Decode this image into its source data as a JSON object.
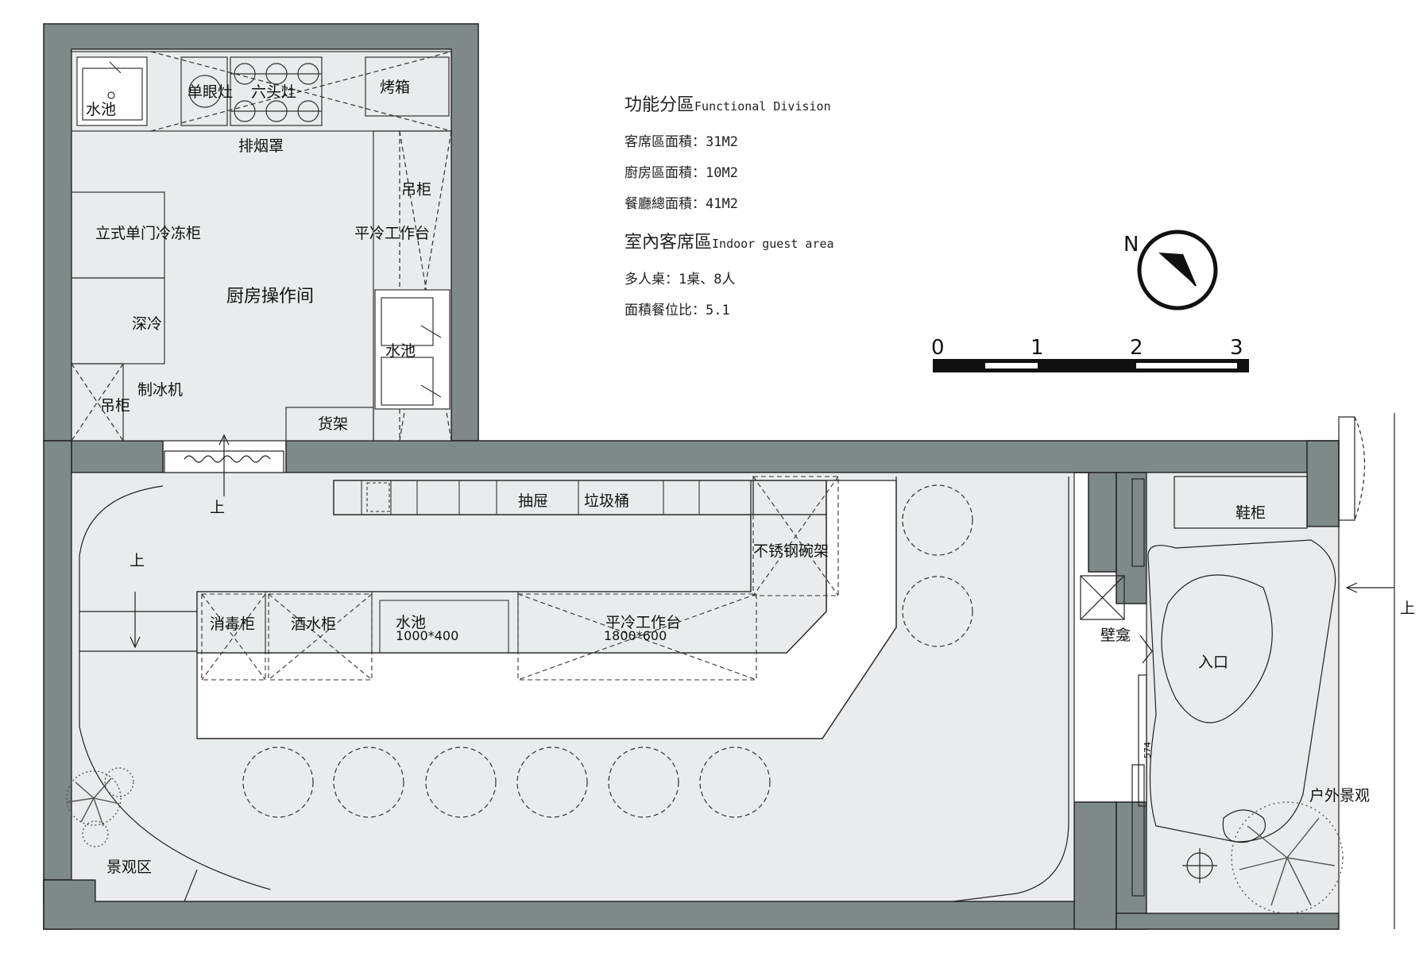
{
  "info": {
    "functional_title_cn": "功能分區",
    "functional_title_en": "Functional Division",
    "lines": [
      "客席區面積：31M2",
      "廚房區面積：10M2",
      "餐廳總面積：41M2"
    ],
    "indoor_title_cn": "室內客席區",
    "indoor_title_en": "Indoor guest area",
    "lines2": [
      "多人桌：1桌、8人",
      "面積餐位比：5.1"
    ]
  },
  "north_label": "N",
  "scale": [
    "0",
    "1",
    "2",
    "3"
  ],
  "labels": {
    "sink_kitchen": "水池",
    "single_burner": "单眼灶",
    "six_burner": "六头灶",
    "oven": "烤箱",
    "hood": "排烟罩",
    "hanging_cabinet_right": "吊柜",
    "upright_freezer": "立式单门冷冻柜",
    "flat_work_table_k": "平冷工作台",
    "kitchen_room": "厨房操作间",
    "deep_freeze": "深冷",
    "sink_right": "水池",
    "ice_maker": "制冰机",
    "hanging_cabinet_left": "吊柜",
    "shelf": "货架",
    "up_stair_top": "上",
    "up_left": "上",
    "drawer": "抽屉",
    "trash_bin": "垃圾桶",
    "steel_rack": "不锈钢碗架",
    "disinfection": "消毒柜",
    "wine_cabinet": "酒水柜",
    "bar_sink": "水池",
    "bar_sink_size": "1000*400",
    "bar_table": "平冷工作台",
    "bar_table_size": "1800*600",
    "niche": "壁龛",
    "entrance": "入口",
    "shoe_cabinet": "鞋柜",
    "outdoor_landscape": "户外景观",
    "landscape_area": "景观区",
    "up_right": "上",
    "dimension_574": "574"
  },
  "colors": {
    "wall": "#7e8a8a",
    "floor": "#e9ecec",
    "line": "#222222"
  }
}
